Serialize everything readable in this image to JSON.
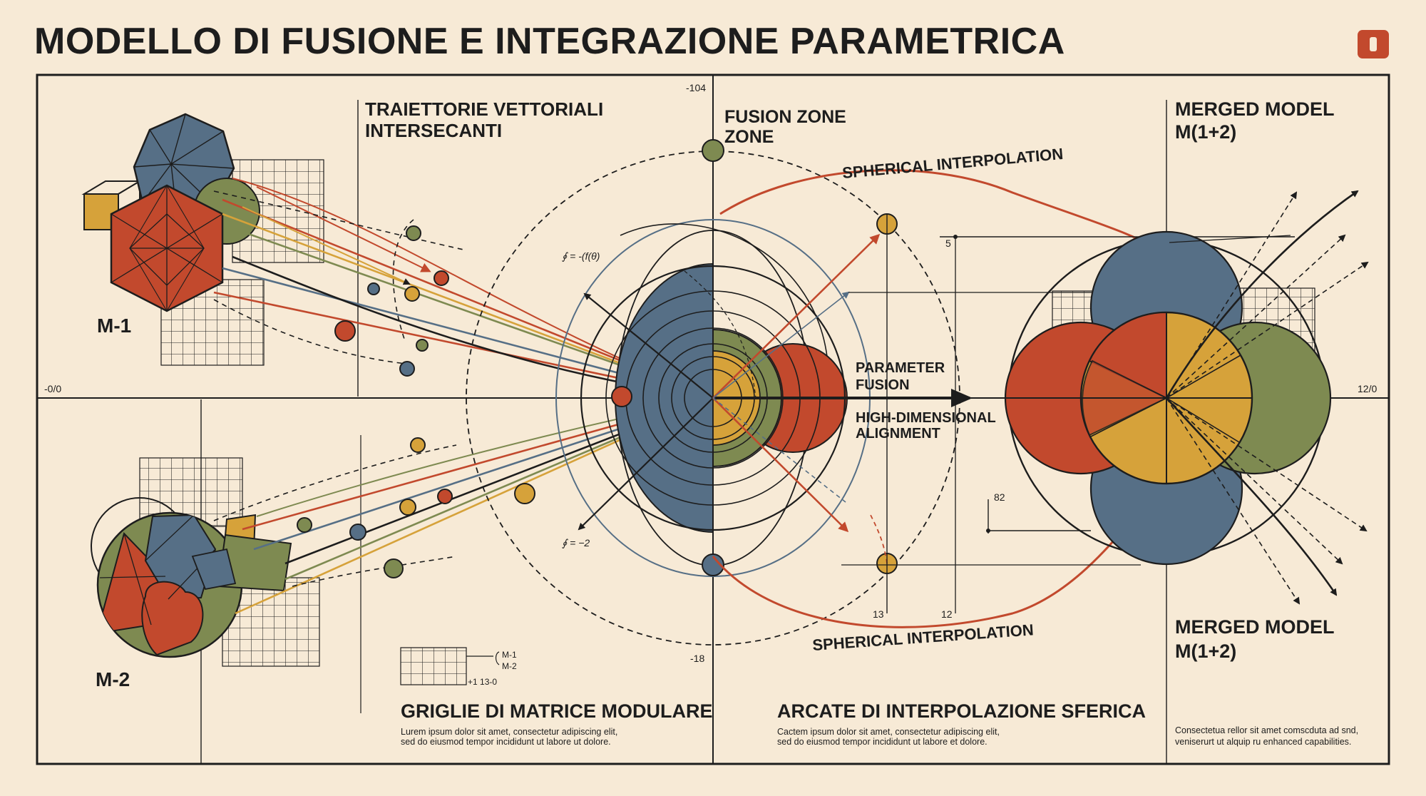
{
  "title": "MODELLO DI FUSIONE E INTEGRAZIONE PARAMETRICA",
  "colors": {
    "background": "#f7ead6",
    "ink": "#1d1d1d",
    "red": "#c2492d",
    "blue": "#566f86",
    "olive": "#7e8a51",
    "gold": "#d6a23a"
  },
  "labels": {
    "m1": "M-1",
    "m2": "M-2",
    "trajectories_line1": "TRAIETTORIE VETTORIALI",
    "trajectories_line2": "INTERSECANTI",
    "fusion_zone_line1": "FUSION ZONE",
    "fusion_zone_line2": "ZONE",
    "spherical_top": "SPHERICAL INTERPOLATION",
    "spherical_bottom": "SPHERICAL INTERPOLATION",
    "parameter_fusion_line1": "PARAMETER",
    "parameter_fusion_line2": "FUSION",
    "alignment_line1": "HIGH-DIMENSIONAL",
    "alignment_line2": "ALIGNMENT",
    "merged_top_line1": "MERGED MODEL",
    "merged_top_line2": "M(1+2)",
    "merged_bottom_line1": "MERGED MODEL",
    "merged_bottom_line2": "M(1+2)"
  },
  "axis": {
    "top": "-104",
    "bottom": "-18",
    "left": "-0/0",
    "right": "12/0",
    "tick_5": "5",
    "tick_82": "82",
    "tick_13": "13",
    "tick_12": "12",
    "formula_top": "∮ = -(f(θ)",
    "formula_bottom": "∮ = −2"
  },
  "legend": {
    "m1": "M-1",
    "m2": "M-2",
    "note": "+1 13-0"
  },
  "sections": [
    {
      "title": "GRIGLIE DI MATRICE MODULARE",
      "line1": "Lurem ipsum dolor sit amet, consectetur adipiscing elit,",
      "line2": "sed do eiusmod tempor incididunt ut labore ut dolore."
    },
    {
      "title": "ARCATE DI INTERPOLAZIONE SFERICA",
      "line1": "Cactem ipsum dolor sit amet, consectetur adipiscing elit,",
      "line2": "sed do eiusmod tempor incididunt ut labore et dolore."
    },
    {
      "title": "",
      "line1": "Consectetua rellor sit amet comscduta ad snd,",
      "line2": "veniserurt ut alquip ru enhanced capabilities."
    }
  ]
}
